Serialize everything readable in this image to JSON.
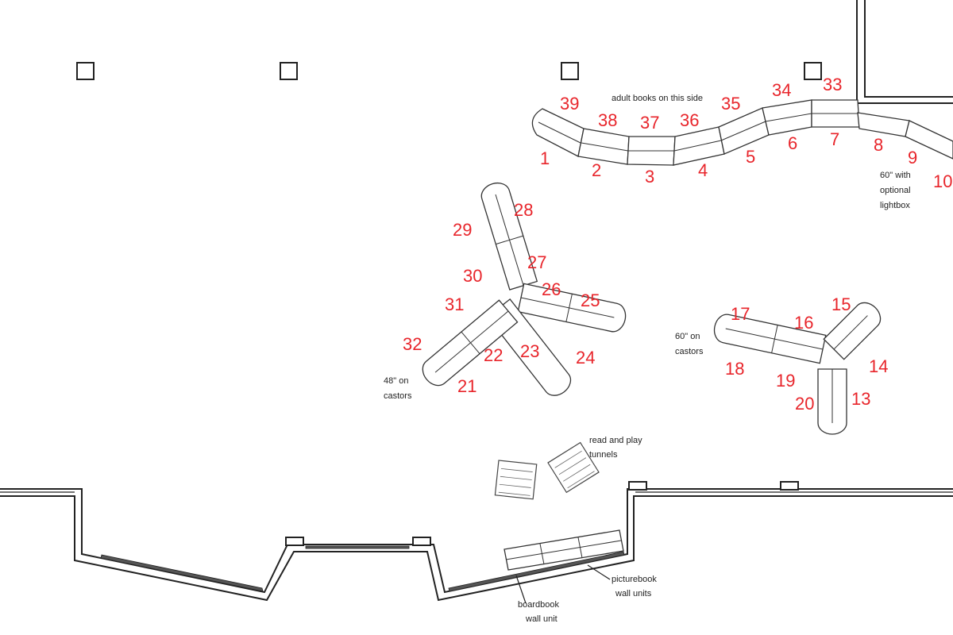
{
  "plan": {
    "labels": {
      "adult_books": "adult books on this side",
      "lightbox_1": "60\" with",
      "lightbox_2": "optional",
      "lightbox_3": "lightbox",
      "castors60_1": "60\" on",
      "castors60_2": "castors",
      "castors48_1": "48\" on",
      "castors48_2": "castors",
      "tunnels_1": "read and play",
      "tunnels_2": "tunnels",
      "picturebook_1": "picturebook",
      "picturebook_2": "wall units",
      "boardbook_1": "boardbook",
      "boardbook_2": "wall unit"
    },
    "numbers": [
      "1",
      "2",
      "3",
      "4",
      "5",
      "6",
      "7",
      "8",
      "9",
      "10",
      "13",
      "14",
      "15",
      "16",
      "17",
      "18",
      "19",
      "20",
      "21",
      "22",
      "23",
      "24",
      "25",
      "26",
      "27",
      "28",
      "29",
      "30",
      "31",
      "32",
      "33",
      "34",
      "35",
      "36",
      "37",
      "38",
      "39"
    ],
    "colors": {
      "number": "#e8252b",
      "line": "#222222"
    }
  }
}
